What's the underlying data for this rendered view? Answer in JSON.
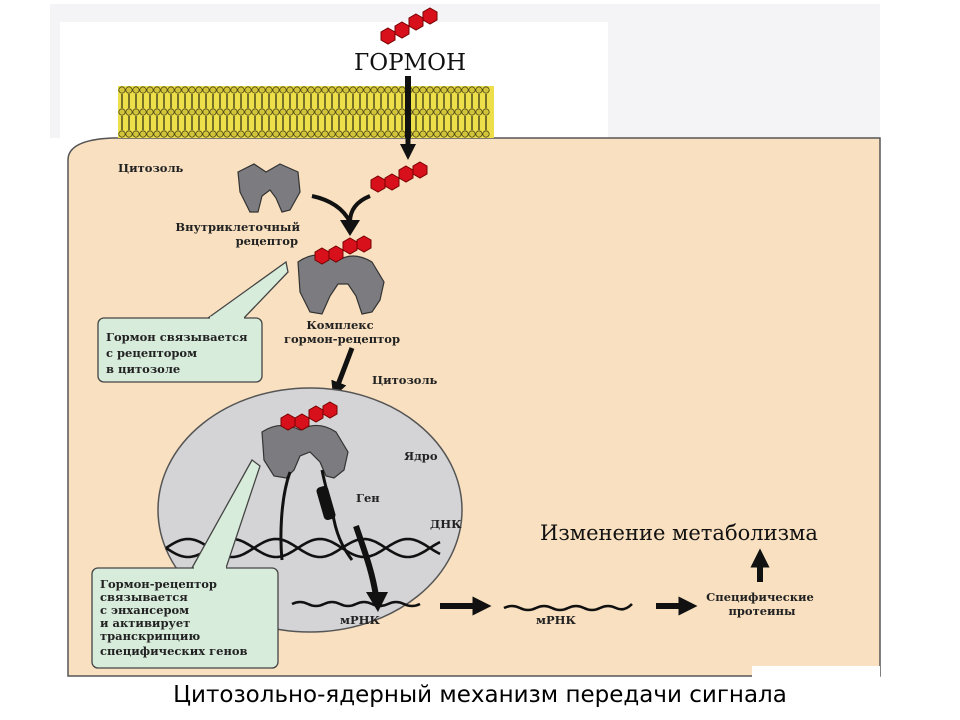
{
  "labels": {
    "hormone": "ГОРМОН",
    "cytosol_top": "Цитозоль",
    "intracellular_receptor": [
      "Внутриклеточный",
      "рецептор"
    ],
    "complex": [
      "Комплекс",
      "гормон-рецептор"
    ],
    "cytosol_mid": "Цитозоль",
    "nucleus": "Ядро",
    "gene": "Ген",
    "dna": "ДНК",
    "mrna_nucleus": "мРНК",
    "mrna_cytosol": "мРНК",
    "proteins": [
      "Специфические",
      "протеины"
    ],
    "metabolism": "Изменение метаболизма"
  },
  "callouts": {
    "binding": [
      "Гормон связывается",
      "с рецептором",
      "в цитозоле"
    ],
    "enhancer": [
      "Гормон-рецептор",
      "связывается",
      "с энхансером",
      "и активирует",
      "транскрипцию",
      "специфических генов"
    ]
  },
  "caption": "Цитозольно-ядерный механизм передачи сигнала",
  "colors": {
    "cytoplasm": "#f8e0c0",
    "nucleus": "#d4d4d6",
    "membrane": "#ecdf4a",
    "hormone": "#d8101c",
    "receptor": "#7c7c80",
    "callout": "#d8ecdc"
  }
}
